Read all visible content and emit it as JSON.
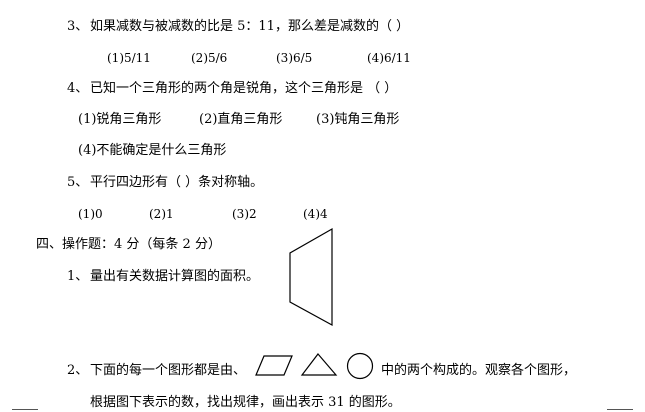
{
  "q3": {
    "num": "3、",
    "text": "如果减数与被减数的比是 5：11，那么差是减数的（     ）",
    "options": [
      "(1)5/11",
      "(2)5/6",
      "(3)6/5",
      "(4)6/11"
    ]
  },
  "q4": {
    "num": "4、",
    "text": "已知一个三角形的两个角是锐角，这个三角形是 （     ）",
    "options": [
      "(1)锐角三角形",
      "(2)直角三角形",
      "(3)钝角三角形",
      "(4)不能确定是什么三角形"
    ]
  },
  "q5": {
    "num": "5、",
    "text": "平行四边形有（     ）条对称轴。",
    "options": [
      "(1)0",
      "(2)1",
      "(3)2",
      "(4)4"
    ]
  },
  "section4": {
    "title": "四、操作题：4 分（每条 2 分）"
  },
  "op1": {
    "num": "1、",
    "text": "量出有关数据计算图的面积。"
  },
  "op2": {
    "num": "2、",
    "text_before": "下面的每一个图形都是由、",
    "text_after": "中的两个构成的。观察各个图形，",
    "line2": "根据图下表示的数，找出规律，画出表示 31 的图形。"
  },
  "colors": {
    "text": "#000000",
    "stroke": "#000000",
    "background": "#ffffff"
  }
}
